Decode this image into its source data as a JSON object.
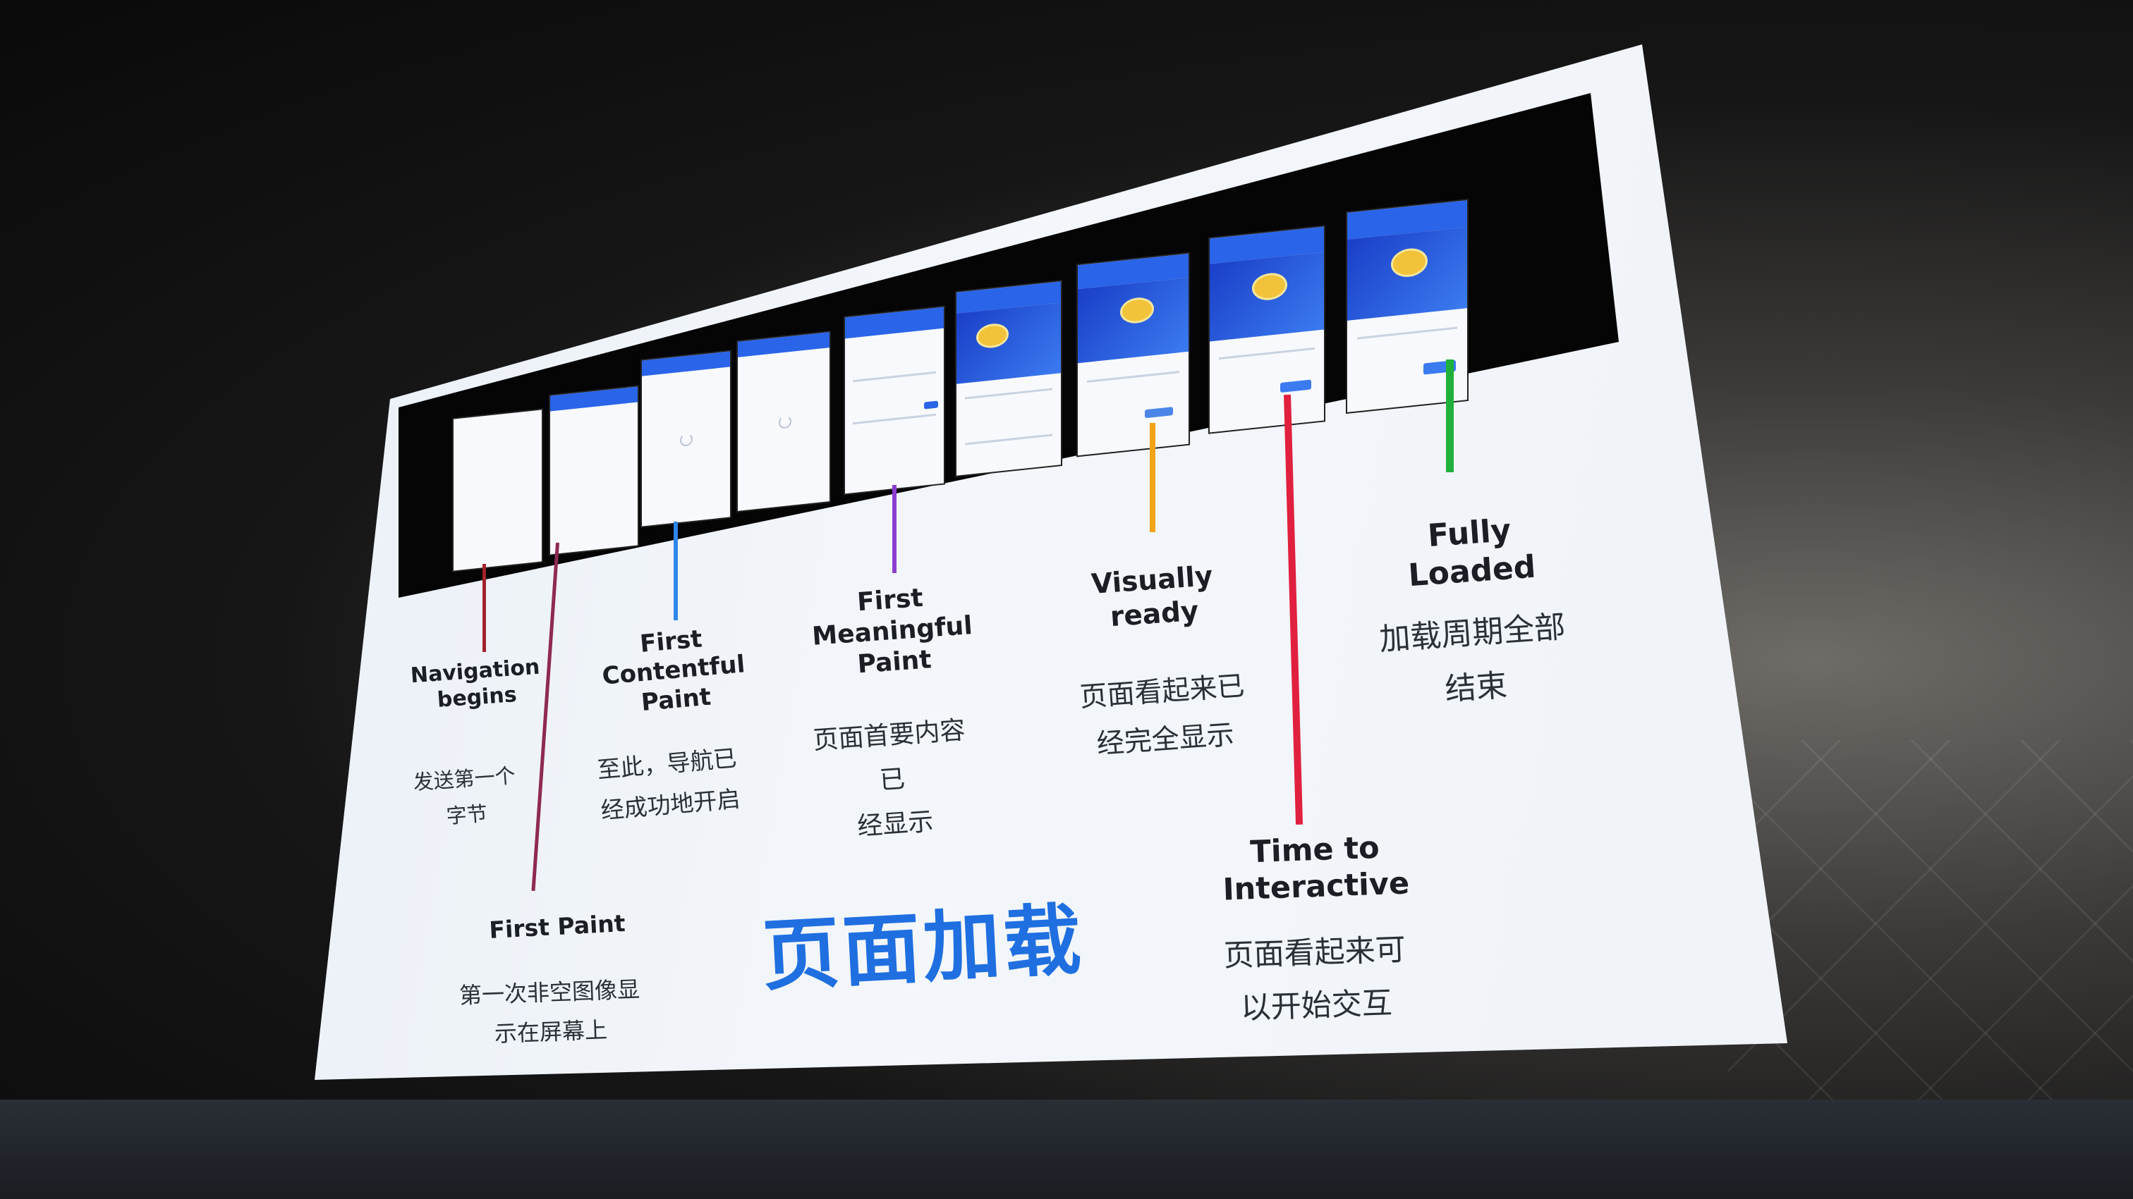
{
  "slide": {
    "title": "页面加载",
    "milestones": [
      {
        "label": "Navigation\nbegins",
        "desc": "发送第一个\n字节",
        "color": "#a3232b"
      },
      {
        "label": "First Paint",
        "desc": "第一次非空图像显\n示在屏幕上",
        "color": "#8e2a52"
      },
      {
        "label": "First\nContentful\nPaint",
        "desc": "至此，导航已\n经成功地开启",
        "color": "#2f86e8"
      },
      {
        "label": "First\nMeaningful\nPaint",
        "desc": "页面首要内容已\n经显示",
        "color": "#8a3fd0"
      },
      {
        "label": "Visually\nready",
        "desc": "页面看起来已\n经完全显示",
        "color": "#f0a417"
      },
      {
        "label": "Time to\nInteractive",
        "desc": "页面看起来可\n以开始交互",
        "color": "#e0203e"
      },
      {
        "label": "Fully\nLoaded",
        "desc": "加载周期全部\n结束",
        "color": "#1fb13c"
      }
    ]
  }
}
